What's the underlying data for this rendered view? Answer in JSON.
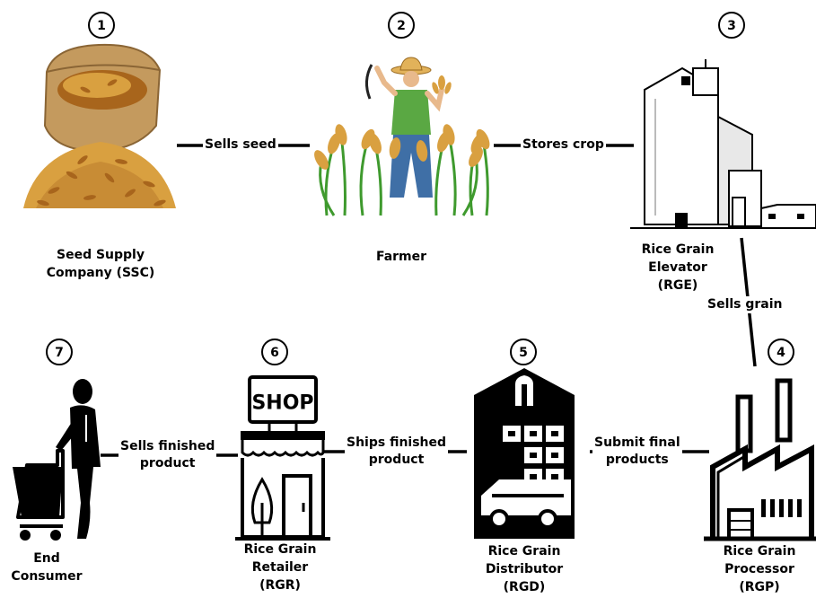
{
  "nodes": [
    {
      "id": "ssc",
      "number": "1",
      "label_lines": [
        "Seed Supply",
        "Company (SSC)"
      ]
    },
    {
      "id": "farmer",
      "number": "2",
      "label_lines": [
        "Farmer"
      ]
    },
    {
      "id": "rge",
      "number": "3",
      "label_lines": [
        "Rice  Grain",
        "Elevator",
        "(RGE)"
      ]
    },
    {
      "id": "rgp",
      "number": "4",
      "label_lines": [
        "Rice Grain",
        "Processor",
        "(RGP)"
      ]
    },
    {
      "id": "rgd",
      "number": "5",
      "label_lines": [
        "Rice Grain",
        "Distributor",
        "(RGD)"
      ]
    },
    {
      "id": "rgr",
      "number": "6",
      "label_lines": [
        "Rice Grain",
        "Retailer",
        "(RGR)"
      ]
    },
    {
      "id": "consumer",
      "number": "7",
      "label_lines": [
        "End",
        "Consumer"
      ]
    }
  ],
  "edges": [
    {
      "from": "ssc",
      "to": "farmer",
      "label_lines": [
        "Sells seed"
      ]
    },
    {
      "from": "farmer",
      "to": "rge",
      "label_lines": [
        "Stores crop"
      ]
    },
    {
      "from": "rge",
      "to": "rgp",
      "label_lines": [
        "Sells grain"
      ]
    },
    {
      "from": "rgp",
      "to": "rgd",
      "label_lines": [
        "Submit final",
        "products"
      ]
    },
    {
      "from": "rgd",
      "to": "rgr",
      "label_lines": [
        "Ships finished",
        "product"
      ]
    },
    {
      "from": "rgr",
      "to": "consumer",
      "label_lines": [
        "Sells finished",
        "product"
      ]
    }
  ],
  "shop_sign": "SHOP",
  "icons": {
    "ssc": "seed-sack-icon",
    "farmer": "farmer-field-icon",
    "rge": "grain-elevator-icon",
    "rgp": "factory-icon",
    "rgd": "distribution-warehouse-icon",
    "rgr": "shop-storefront-icon",
    "consumer": "shopper-cart-icon"
  },
  "colors": {
    "grain_light": "#d9a040",
    "grain_dark": "#a8651c",
    "sack": "#c49a5e",
    "crop_green": "#3f9a2e",
    "shirt_green": "#5aa843",
    "jeans_blue": "#3f6fa6",
    "line": "#000000"
  }
}
